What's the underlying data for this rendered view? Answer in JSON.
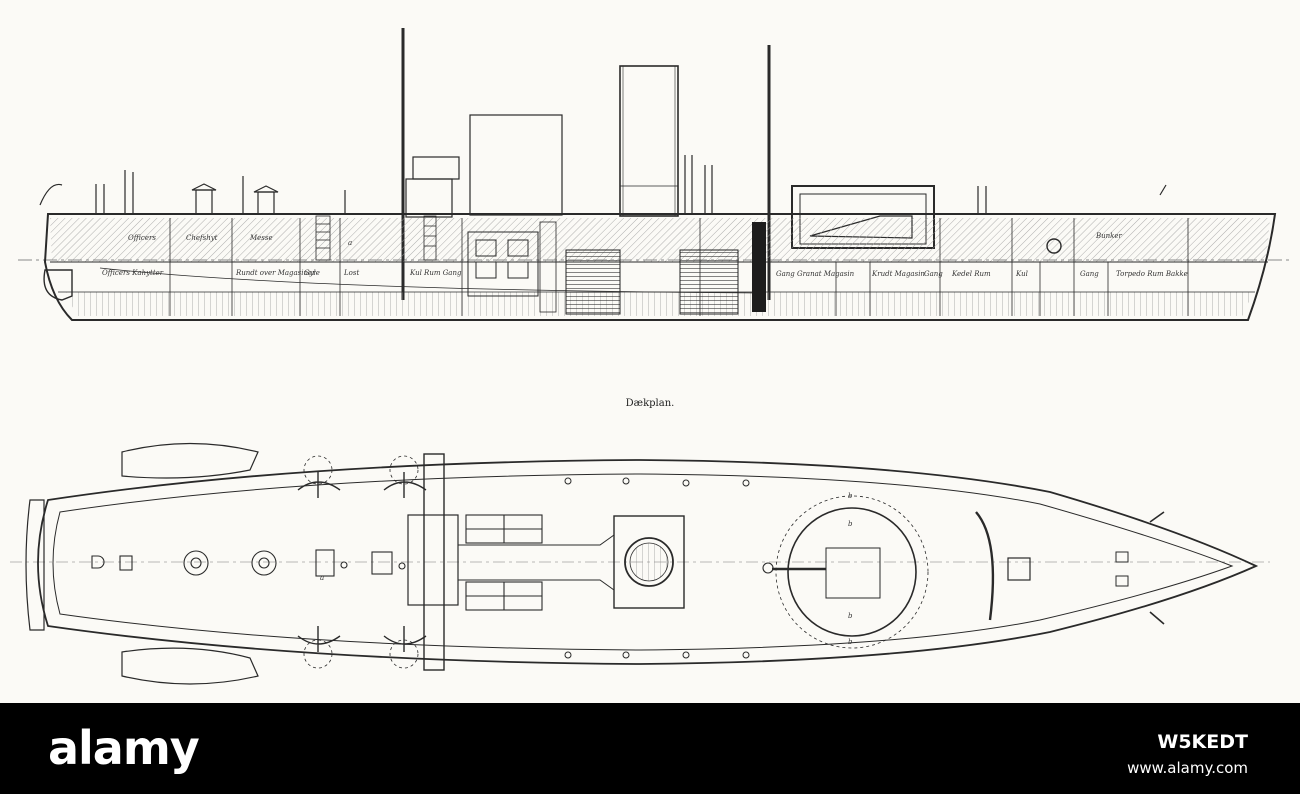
{
  "deck_plan_title": "Dækplan.",
  "profile_labels": {
    "top_row": [
      "Officers",
      "Chefshyt",
      "Messe",
      "a",
      "Bunker"
    ],
    "lower_row": [
      "Officers Kahytter",
      "Rundt over Magasiner",
      "Gyle",
      "Lost",
      "Kul Rum Gang",
      "Gang Granat Magasin",
      "Krudt Magasin",
      "Gang",
      "Kedel Rum",
      "Kul",
      "Gang",
      "Torpedo Rum Bakke"
    ]
  },
  "deck_labels": [
    "a",
    "b",
    "b",
    "b",
    "b"
  ],
  "footer": {
    "brand": "alamy",
    "image_id": "W5KEDT",
    "site": "www.alamy.com"
  }
}
